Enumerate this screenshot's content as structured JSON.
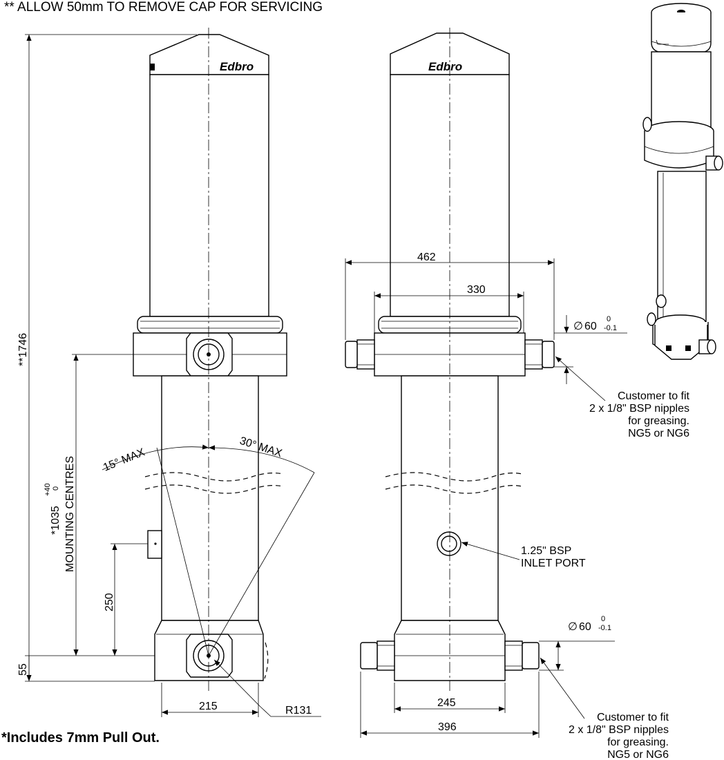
{
  "header_note": "** ALLOW 50mm TO REMOVE CAP FOR SERVICING",
  "footer_note": "*Includes 7mm Pull Out.",
  "brand": "Edbro",
  "side_view": {
    "overall_length": "**1746",
    "mounting_centres_value": "*1035",
    "tol_upper": "+40",
    "tol_lower": "0",
    "mounting_centres_label": "MOUNTING CENTRES",
    "inlet_height": "250",
    "base_height": "55",
    "base_width": "215",
    "radius": "R131",
    "angle_left": "15° MAX",
    "angle_right": "30° MAX"
  },
  "front_view": {
    "width_top_outer": "462",
    "width_top_inner": "330",
    "width_bottom_inner": "245",
    "width_bottom_outer": "396",
    "trunnion_top_dia": "60",
    "trunnion_bottom_dia": "60",
    "dia_symbol": "∅",
    "tol_upper": "0",
    "tol_lower": "-0.1",
    "inlet_port_line1": "1.25\" BSP",
    "inlet_port_line2": "INLET PORT",
    "grease_note_top": [
      "Customer to fit",
      "2 x 1/8\" BSP nipples",
      "for greasing.",
      "NG5 or NG6"
    ],
    "grease_note_bottom": [
      "Customer to fit",
      "2 x 1/8\" BSP nipples",
      "for greasing.",
      "NG5 or NG6"
    ]
  }
}
